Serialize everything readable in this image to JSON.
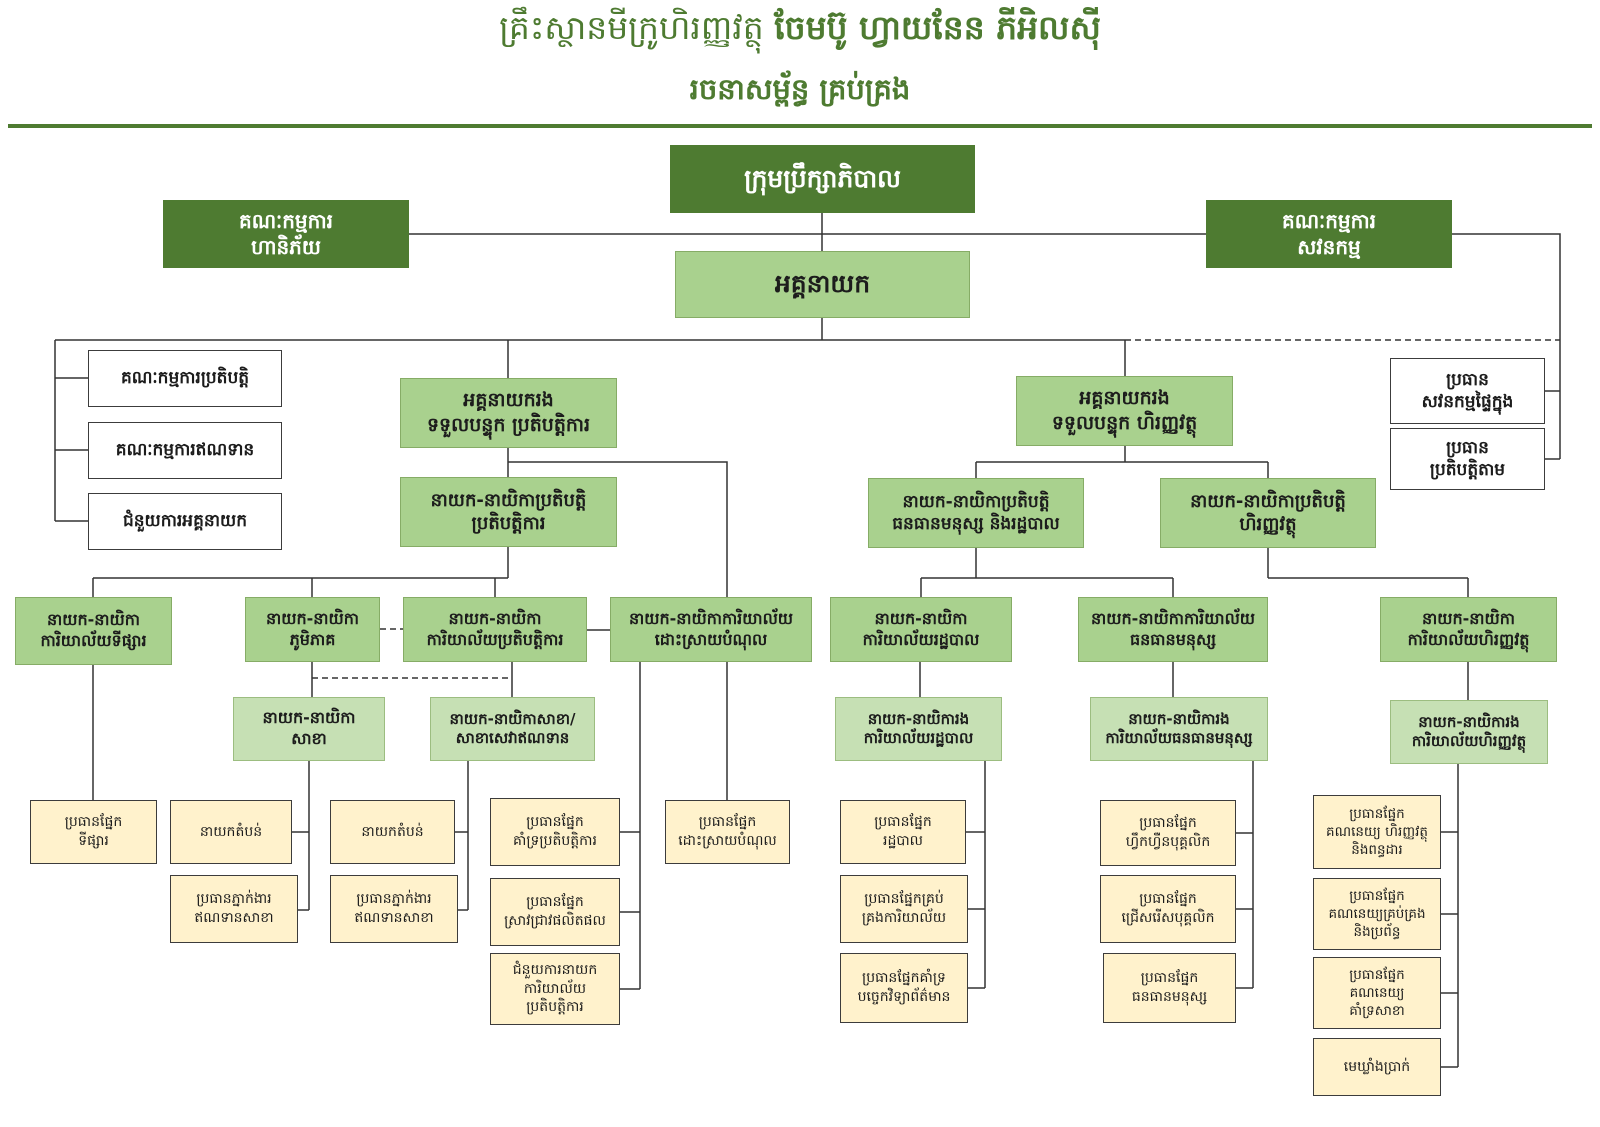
{
  "title": {
    "line1_regular": "គ្រឹះស្ថានមីក្រូហិរញ្ញវត្ថុ ",
    "line1_bold": "ចែមប៊ូ ហ្វាយនែន ភីអិលស៊ី",
    "line2": "រចនាសម្ព័ន្ធ គ្រប់គ្រង"
  },
  "colors": {
    "dark_green": "#4e7b31",
    "mid_green": "#a9d18e",
    "pale_green": "#c6e0b4",
    "cream": "#fff2cc",
    "line": "#333333"
  },
  "nodes": {
    "board": "ក្រុមប្រឹក្សាភិបាល",
    "risk_committee": "គណៈកម្មការ\nហានិភ័យ",
    "audit_committee": "គណៈកម្មការ\nសវនកម្ម",
    "ceo": "អគ្គនាយក",
    "exec_committee": "គណៈកម្មការប្រតិបត្តិ",
    "credit_committee": "គណៈកម្មការឥណទាន",
    "ceo_assistant": "ជំនួយការអគ្គនាយក",
    "internal_audit_head": "ប្រធាន\nសវនកម្មផ្ទៃក្នុង",
    "compliance_head": "ប្រធាន\nប្រតិបត្តិតាម",
    "deputy_ceo_operations": "អគ្គនាយករង\nទទួលបន្ទុក ប្រតិបត្តិការ",
    "deputy_ceo_finance": "អគ្គនាយករង\nទទួលបន្ទុក ហិរញ្ញវត្ថុ",
    "coo": "នាយក-នាយិកាប្រតិបត្តិ\nប្រតិបត្តិការ",
    "chro": "នាយក-នាយិកាប្រតិបត្តិ\nធនធានមនុស្ស និងរដ្ឋបាល",
    "cfo": "នាយក-នាយិកាប្រតិបត្តិ\nហិរញ្ញវត្ថុ",
    "marketing_director": "នាយក-នាយិកា\nការិយាល័យទីផ្សារ",
    "regional_director": "នាយក-នាយិកា\nភូមិភាគ",
    "operations_office_director": "នាយក-នាយិកា\nការិយាល័យប្រតិបត្តិការ",
    "debt_resolution_director": "នាយក-នាយិកាការិយាល័យ\nដោះស្រាយបំណុល",
    "admin_office_director": "នាយក-នាយិកា\nការិយាល័យរដ្ឋបាល",
    "hr_office_director": "នាយក-នាយិកាការិយាល័យ\nធនធានមនុស្ស",
    "finance_office_director": "នាយក-នាយិកា\nការិយាល័យហិរញ្ញវត្ថុ",
    "branch_director": "នាយក-នាយិកា\nសាខា",
    "branch_service_director": "នាយក-នាយិកាសាខា/\nសាខាសេវាឥណទាន",
    "admin_office_deputy": "នាយក-នាយិការង\nការិយាល័យរដ្ឋបាល",
    "hr_office_deputy": "នាយក-នាយិការង\nការិយាល័យធនធានមនុស្ស",
    "finance_office_deputy": "នាយក-នាយិការង\nការិយាល័យហិរញ្ញវត្ថុ",
    "marketing_section_head": "ប្រធានផ្នែក\nទីផ្សារ",
    "zone_director_1": "នាយកតំបន់",
    "branch_credit_officer_head_1": "ប្រធានភ្នាក់ងារ\nឥណទានសាខា",
    "zone_director_2": "នាយកតំបន់",
    "branch_credit_officer_head_2": "ប្រធានភ្នាក់ងារ\nឥណទានសាខា",
    "ops_support_section_head": "ប្រធានផ្នែក\nគាំទ្រប្រតិបត្តិការ",
    "product_research_section_head": "ប្រធានផ្នែក\nស្រាវជ្រាវផលិតផល",
    "ops_office_director_assistant": "ជំនួយការនាយក\nការិយាល័យ\nប្រតិបត្តិការ",
    "debt_resolution_section_head": "ប្រធានផ្នែក\nដោះស្រាយបំណុល",
    "admin_section_head": "ប្រធានផ្នែក\nរដ្ឋបាល",
    "office_management_section_head": "ប្រធានផ្នែកគ្រប់\nគ្រងការិយាល័យ",
    "it_support_section_head": "ប្រធានផ្នែកគាំទ្រ\nបច្ចេកវិទ្យាព័ត៌មាន",
    "staff_training_section_head": "ប្រធានផ្នែក\nហ្វឹកហ្វឺនបុគ្គលិក",
    "recruitment_section_head": "ប្រធានផ្នែក\nជ្រើសរើសបុគ្គលិក",
    "hr_section_head": "ប្រធានផ្នែក\nធនធានមនុស្ស",
    "finance_tax_accounting_head": "ប្រធានផ្នែក\nគណនេយ្យ ហិរញ្ញវត្ថុ\nនិងពន្ធដារ",
    "management_accounting_head": "ប្រធានផ្នែក\nគណនេយ្យគ្រប់គ្រង\nនិងប្រព័ន្ធ",
    "branch_support_accounting_head": "ប្រធានផ្នែក\nគណនេយ្យ\nគាំទ្រសាខា",
    "chief_cashier": "មេឃ្លាំងប្រាក់"
  }
}
